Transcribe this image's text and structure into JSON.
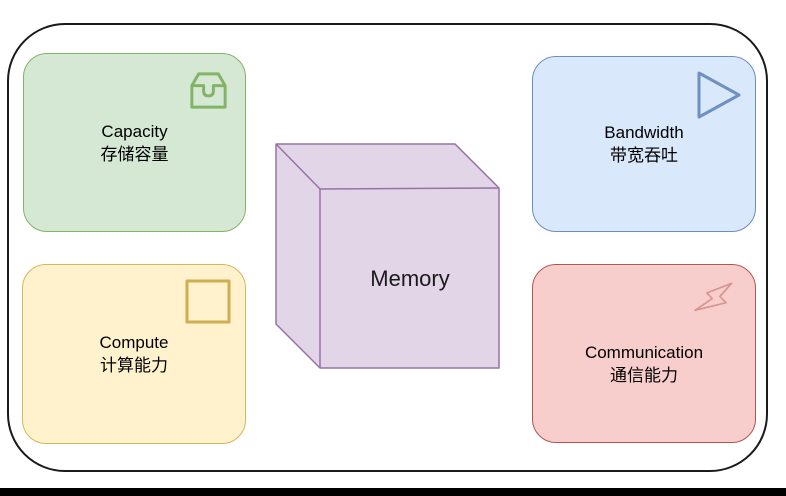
{
  "diagram": {
    "background": "#ffffff",
    "frame_stroke": "#1a1a1a",
    "bottom_bar_color": "#000000",
    "cube": {
      "label": "Memory",
      "fill": "#e1d5e7",
      "stroke": "#9673a6"
    },
    "cards": [
      {
        "id": "capacity",
        "title": "Capacity",
        "subtitle": "存储容量",
        "fill": "#d5e8d4",
        "stroke": "#82b366",
        "icon": "tray-icon",
        "icon_stroke": "#82b366"
      },
      {
        "id": "bandwidth",
        "title": "Bandwidth",
        "subtitle": "带宽吞吐",
        "fill": "#dae8fc",
        "stroke": "#6c8ebf",
        "icon": "play-triangle-icon",
        "icon_stroke": "#6e91c1"
      },
      {
        "id": "compute",
        "title": "Compute",
        "subtitle": "计算能力",
        "fill": "#fff2cc",
        "stroke": "#d6b656",
        "icon": "square-icon",
        "icon_stroke": "#cfae51"
      },
      {
        "id": "communication",
        "title": "Communication",
        "subtitle": "通信能力",
        "fill": "#f8cecc",
        "stroke": "#b85450",
        "icon": "lightning-icon",
        "icon_stroke": "#d79492"
      }
    ]
  }
}
